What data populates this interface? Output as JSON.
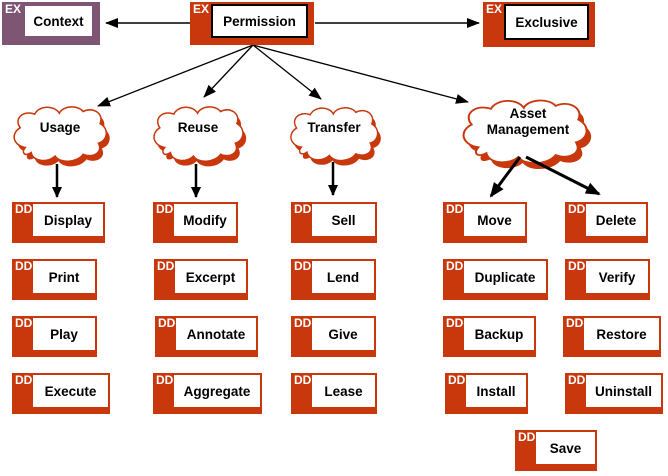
{
  "colors": {
    "accent": "#c8380c",
    "purple": "#7e5673",
    "line": "#000000",
    "text": "#000000"
  },
  "badges": {
    "ex": "EX",
    "dd": "DD"
  },
  "nodes": {
    "context": {
      "tag": "EX",
      "label": "Context"
    },
    "permission": {
      "tag": "EX",
      "label": "Permission"
    },
    "exclusive": {
      "tag": "EX",
      "label": "Exclusive"
    },
    "usage": {
      "label": "Usage"
    },
    "reuse": {
      "label": "Reuse"
    },
    "transfer": {
      "label": "Transfer"
    },
    "asset_management": {
      "label": "Asset Management"
    },
    "display": {
      "tag": "DD",
      "label": "Display"
    },
    "print": {
      "tag": "DD",
      "label": "Print"
    },
    "play": {
      "tag": "DD",
      "label": "Play"
    },
    "execute": {
      "tag": "DD",
      "label": "Execute"
    },
    "modify": {
      "tag": "DD",
      "label": "Modify"
    },
    "excerpt": {
      "tag": "DD",
      "label": "Excerpt"
    },
    "annotate": {
      "tag": "DD",
      "label": "Annotate"
    },
    "aggregate": {
      "tag": "DD",
      "label": "Aggregate"
    },
    "sell": {
      "tag": "DD",
      "label": "Sell"
    },
    "lend": {
      "tag": "DD",
      "label": "Lend"
    },
    "give": {
      "tag": "DD",
      "label": "Give"
    },
    "lease": {
      "tag": "DD",
      "label": "Lease"
    },
    "move": {
      "tag": "DD",
      "label": "Move"
    },
    "duplicate": {
      "tag": "DD",
      "label": "Duplicate"
    },
    "backup": {
      "tag": "DD",
      "label": "Backup"
    },
    "install": {
      "tag": "DD",
      "label": "Install"
    },
    "delete": {
      "tag": "DD",
      "label": "Delete"
    },
    "verify": {
      "tag": "DD",
      "label": "Verify"
    },
    "restore": {
      "tag": "DD",
      "label": "Restore"
    },
    "uninstall": {
      "tag": "DD",
      "label": "Uninstall"
    },
    "save": {
      "tag": "DD",
      "label": "Save"
    }
  },
  "edges": [
    {
      "from": "Permission",
      "to": "Context"
    },
    {
      "from": "Permission",
      "to": "Exclusive"
    },
    {
      "from": "Permission",
      "to": "Usage"
    },
    {
      "from": "Permission",
      "to": "Reuse"
    },
    {
      "from": "Permission",
      "to": "Transfer"
    },
    {
      "from": "Permission",
      "to": "Asset Management"
    },
    {
      "from": "Usage",
      "to": "Display"
    },
    {
      "from": "Reuse",
      "to": "Modify"
    },
    {
      "from": "Transfer",
      "to": "Sell"
    },
    {
      "from": "Asset Management",
      "to": "Move"
    },
    {
      "from": "Asset Management",
      "to": "Delete"
    }
  ]
}
